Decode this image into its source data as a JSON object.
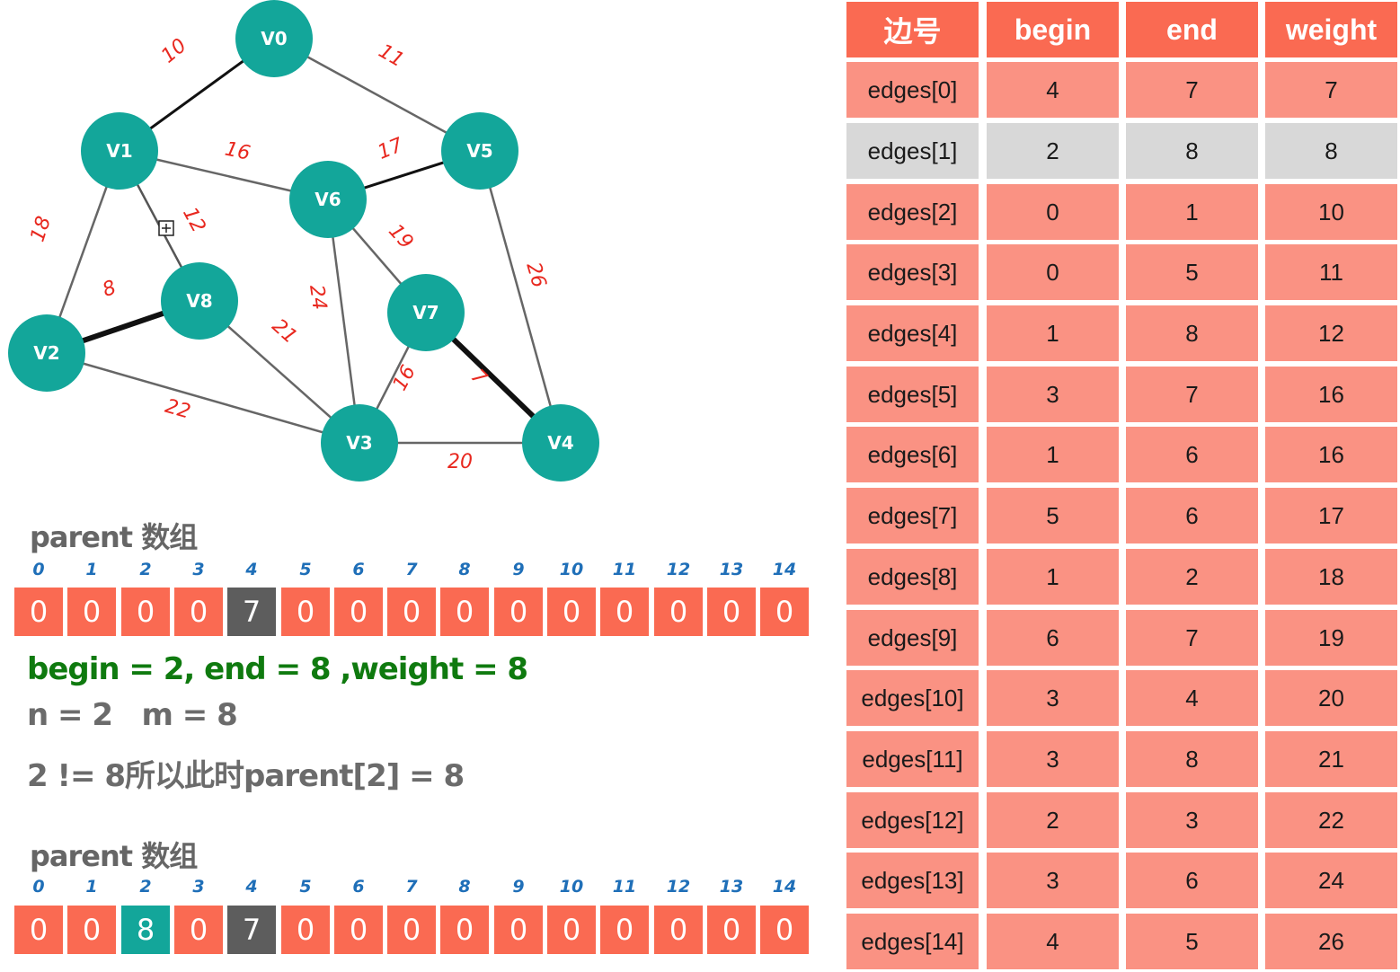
{
  "graph": {
    "nodes": [
      "V0",
      "V1",
      "V2",
      "V3",
      "V4",
      "V5",
      "V6",
      "V7",
      "V8"
    ],
    "edge_labels": [
      "10",
      "11",
      "16",
      "17",
      "18",
      "12",
      "8",
      "24",
      "19",
      "26",
      "21",
      "7",
      "16",
      "22",
      "20"
    ],
    "node_color": "#13a69a",
    "edge_label_color": "#e8281f"
  },
  "parent_before": {
    "title": "parent 数组",
    "indices": [
      "0",
      "1",
      "2",
      "3",
      "4",
      "5",
      "6",
      "7",
      "8",
      "9",
      "10",
      "11",
      "12",
      "13",
      "14"
    ],
    "values": [
      "0",
      "0",
      "0",
      "0",
      "7",
      "0",
      "0",
      "0",
      "0",
      "0",
      "0",
      "0",
      "0",
      "0",
      "0"
    ]
  },
  "step": {
    "line1": "begin = 2, end = 8 ,weight = 8",
    "line2": "n = 2   m = 8",
    "line3": "2 != 8所以此时parent[2] = 8"
  },
  "parent_after": {
    "title": "parent 数组",
    "indices": [
      "0",
      "1",
      "2",
      "3",
      "4",
      "5",
      "6",
      "7",
      "8",
      "9",
      "10",
      "11",
      "12",
      "13",
      "14"
    ],
    "values": [
      "0",
      "0",
      "8",
      "0",
      "7",
      "0",
      "0",
      "0",
      "0",
      "0",
      "0",
      "0",
      "0",
      "0",
      "0"
    ]
  },
  "table": {
    "headers": [
      "边号",
      "begin",
      "end",
      "weight"
    ],
    "rows": [
      [
        "edges[0]",
        "4",
        "7",
        "7"
      ],
      [
        "edges[1]",
        "2",
        "8",
        "8"
      ],
      [
        "edges[2]",
        "0",
        "1",
        "10"
      ],
      [
        "edges[3]",
        "0",
        "5",
        "11"
      ],
      [
        "edges[4]",
        "1",
        "8",
        "12"
      ],
      [
        "edges[5]",
        "3",
        "7",
        "16"
      ],
      [
        "edges[6]",
        "1",
        "6",
        "16"
      ],
      [
        "edges[7]",
        "5",
        "6",
        "17"
      ],
      [
        "edges[8]",
        "1",
        "2",
        "18"
      ],
      [
        "edges[9]",
        "6",
        "7",
        "19"
      ],
      [
        "edges[10]",
        "3",
        "4",
        "20"
      ],
      [
        "edges[11]",
        "3",
        "8",
        "21"
      ],
      [
        "edges[12]",
        "2",
        "3",
        "22"
      ],
      [
        "edges[13]",
        "3",
        "6",
        "24"
      ],
      [
        "edges[14]",
        "4",
        "5",
        "26"
      ]
    ],
    "colors": {
      "header": "#fa6a52",
      "cell": "#fa9283",
      "highlight": "#d8d8d8"
    }
  }
}
